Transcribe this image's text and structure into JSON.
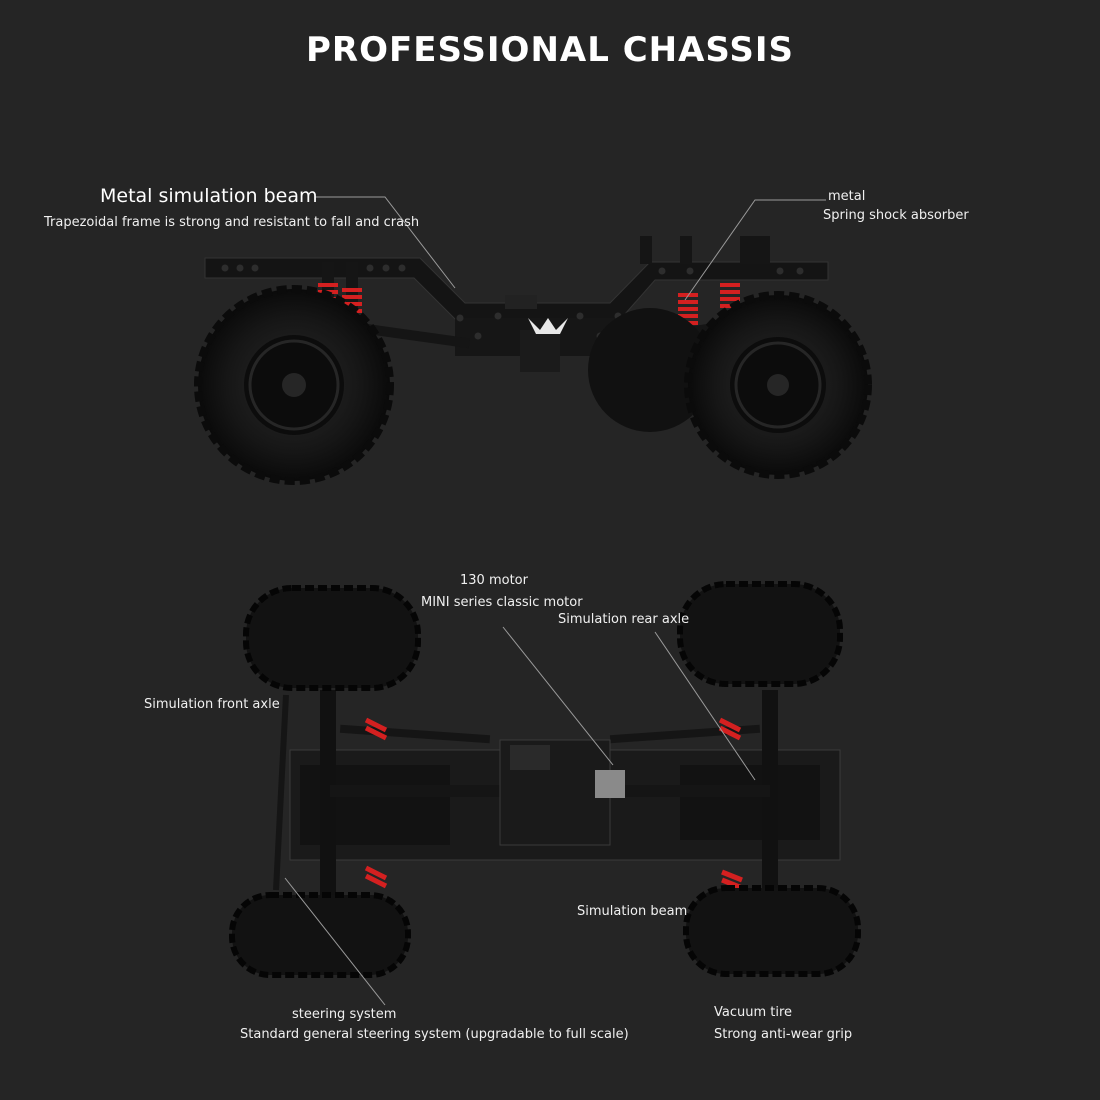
{
  "title": "PROFESSIONAL CHASSIS",
  "side_view": {
    "beam": {
      "heading": "Metal simulation beam",
      "caption": "Trapezoidal frame is strong and resistant to fall and crash"
    },
    "shock": {
      "line1": "metal",
      "line2": "Spring shock absorber"
    }
  },
  "bottom_view": {
    "motor": {
      "line1": "130 motor",
      "line2": "MINI series classic motor"
    },
    "rear_axle": "Simulation rear axle",
    "front_axle": "Simulation front axle",
    "beam": "Simulation beam",
    "steering": {
      "line1": "steering system",
      "line2": "Standard general steering system (upgradable to full scale)"
    },
    "tire": {
      "line1": "Vacuum tire",
      "line2": "Strong anti-wear grip"
    }
  },
  "colors": {
    "background": "#252525",
    "spring": "#d42020",
    "frame": "#111111"
  }
}
